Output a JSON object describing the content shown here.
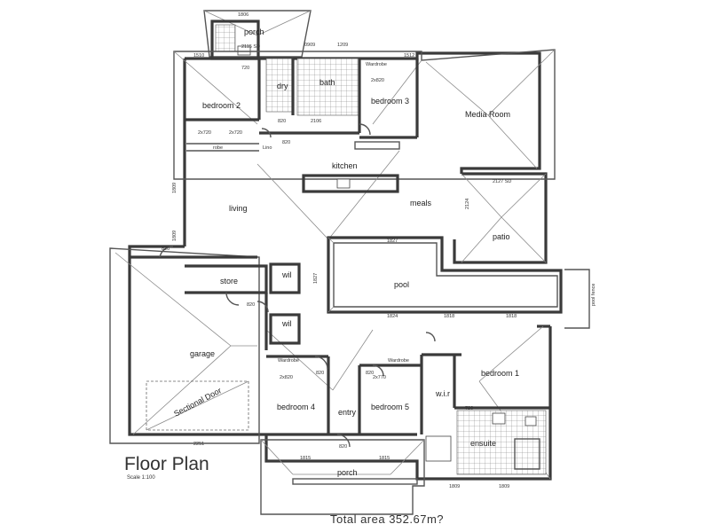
{
  "title": "Floor Plan",
  "scale": "Scale 1:100",
  "total_area": "Total area 352.67m?",
  "rooms": {
    "porch_top": "porch",
    "bedroom2": "bedroom 2",
    "dry": "dry",
    "bath": "bath",
    "bedroom3": "bedroom 3",
    "media": "Media Room",
    "kitchen": "kitchen",
    "living": "living",
    "meals": "meals",
    "patio": "patio",
    "store": "store",
    "wil_top": "wil",
    "wil_mid": "wil",
    "pool": "pool",
    "pool_fence": "pool fence",
    "garage": "garage",
    "sectional_door": "Sectional Door",
    "bedroom4": "bedroom 4",
    "entry": "entry",
    "bedroom5": "bedroom 5",
    "wir": "w.i.r",
    "bedroom1": "bedroom 1",
    "ensuite": "ensuite",
    "porch_bottom": "porch",
    "robe1": "robe",
    "lino": "Lino",
    "wardrobe1": "Wardrobe",
    "wardrobe2": "Wardrobe",
    "wardrobe3": "Wardrobe"
  },
  "dims": {
    "d1": "1806",
    "d2": "2115 SD",
    "d3": "720",
    "d4": "1510",
    "d5": "0909",
    "d6": "1209",
    "d7": "1512",
    "d8": "2x820",
    "d9": "820",
    "d10": "2106",
    "d11": "2x720",
    "d12": "2x720",
    "d13": "820",
    "d14": "2127 SD",
    "d15": "2124",
    "d16": "1827",
    "d17": "1827",
    "d18": "1824",
    "d19": "1818",
    "d20": "1818",
    "d21": "820",
    "d22": "2x820",
    "d23": "820",
    "d24": "2x770",
    "d25": "820",
    "d26": "720",
    "d27": "2251",
    "d28": "1815",
    "d29": "820",
    "d30": "1815",
    "d31": "1809",
    "d32": "1809",
    "d33": "1809",
    "d34": "1809",
    "d35": "820"
  }
}
